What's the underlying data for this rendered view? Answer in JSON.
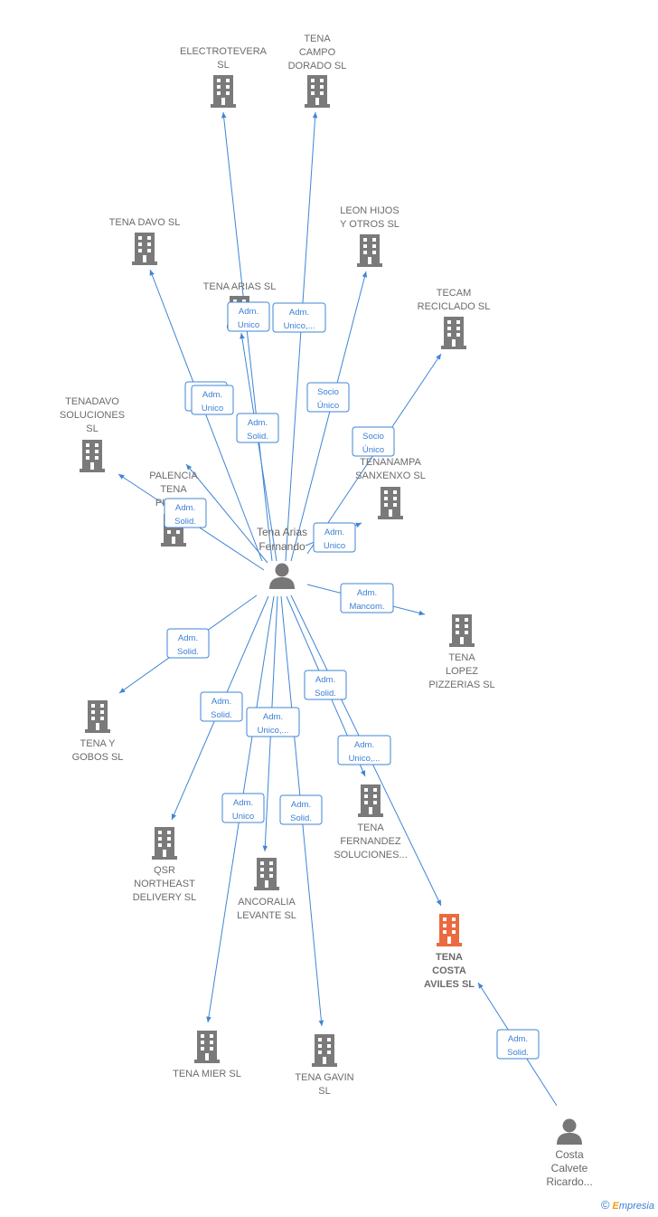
{
  "colors": {
    "edge": "#3f85d6",
    "building": "#7a7a7a",
    "focus_building": "#ec6a3f",
    "person": "#777777"
  },
  "center": {
    "name_lines": [
      "Tena Arias",
      "Fernando"
    ],
    "icon": "person-icon"
  },
  "other_person": {
    "name_lines": [
      "Costa",
      "Calvete",
      "Ricardo..."
    ],
    "icon": "person-icon"
  },
  "companies": [
    {
      "id": "electrotevera",
      "lines": [
        "ELECTROTEVERA",
        "SL"
      ]
    },
    {
      "id": "tena-campo-dorado",
      "lines": [
        "TENA",
        "CAMPO",
        "DORADO  SL"
      ]
    },
    {
      "id": "tena-davo",
      "lines": [
        "TENA DAVO  SL"
      ]
    },
    {
      "id": "leon-hijos",
      "lines": [
        "LEON HIJOS",
        "Y OTROS  SL"
      ]
    },
    {
      "id": "tena-arias",
      "lines": [
        "TENA ARIAS SL"
      ]
    },
    {
      "id": "tecam",
      "lines": [
        "TECAM",
        "RECICLADO SL"
      ]
    },
    {
      "id": "tenadavo",
      "lines": [
        "TENADAVO",
        "SOLUCIONES",
        "SL"
      ]
    },
    {
      "id": "palencia",
      "lines": [
        "PALENCIA",
        "TENA",
        "PIZZE..."
      ]
    },
    {
      "id": "tenanampa",
      "lines": [
        "TENANAMPA",
        "SANXENXO  SL"
      ]
    },
    {
      "id": "tena-lopez",
      "lines": [
        "TENA",
        "LOPEZ",
        "PIZZERIAS  SL"
      ]
    },
    {
      "id": "tena-y-gobos",
      "lines": [
        "TENA Y",
        "GOBOS  SL"
      ]
    },
    {
      "id": "tena-fernandez",
      "lines": [
        "TENA",
        "FERNANDEZ",
        "SOLUCIONES..."
      ]
    },
    {
      "id": "qsr",
      "lines": [
        "QSR",
        "NORTHEAST",
        "DELIVERY  SL"
      ]
    },
    {
      "id": "ancoralia",
      "lines": [
        "ANCORALIA",
        "LEVANTE SL"
      ]
    },
    {
      "id": "tena-costa",
      "lines": [
        "TENA",
        "COSTA",
        "AVILES  SL"
      ],
      "focus": true
    },
    {
      "id": "tena-mier",
      "lines": [
        "TENA MIER  SL"
      ]
    },
    {
      "id": "tena-gavin",
      "lines": [
        "TENA GAVIN",
        "SL"
      ]
    }
  ],
  "edges": [
    {
      "to": "electrotevera",
      "label": [
        "Adm.",
        "Unico"
      ]
    },
    {
      "to": "tena-campo-dorado",
      "label": [
        "Adm.",
        "Unico,..."
      ]
    },
    {
      "to": "tena-davo",
      "label": [
        "Socio",
        "Único"
      ]
    },
    {
      "to": "leon-hijos",
      "label": [
        "Socio",
        "Único"
      ]
    },
    {
      "to": "tena-arias",
      "label": [
        "Adm.",
        "Solid."
      ]
    },
    {
      "to": "tecam",
      "label": [
        "Socio",
        "Único"
      ]
    },
    {
      "to": "tenadavo",
      "label": [
        "Adm.",
        "Solid."
      ]
    },
    {
      "to": "palencia",
      "label": [
        "Adm.",
        "Unico"
      ]
    },
    {
      "to": "tenanampa",
      "label": [
        "Adm.",
        "Unico"
      ]
    },
    {
      "to": "tena-lopez",
      "label": [
        "Adm.",
        "Mancom."
      ]
    },
    {
      "to": "tena-y-gobos",
      "label": [
        "Adm.",
        "Solid."
      ]
    },
    {
      "to": "qsr",
      "label": [
        "Adm.",
        "Solid."
      ]
    },
    {
      "to": "ancoralia",
      "label": [
        "Adm.",
        "Unico,..."
      ]
    },
    {
      "to": "tena-fernandez",
      "label": [
        "Adm.",
        "Solid."
      ]
    },
    {
      "to": "tena-costa",
      "label": [
        "Adm.",
        "Unico,..."
      ]
    },
    {
      "to": "tena-mier",
      "label": [
        "Adm.",
        "Unico"
      ]
    },
    {
      "to": "tena-gavin",
      "label": [
        "Adm.",
        "Solid."
      ]
    },
    {
      "from": "other_person",
      "to": "tena-costa",
      "label": [
        "Adm.",
        "Solid."
      ]
    }
  ],
  "footer": {
    "copyright": "©",
    "brand_first": "E",
    "brand_rest": "mpresia"
  }
}
